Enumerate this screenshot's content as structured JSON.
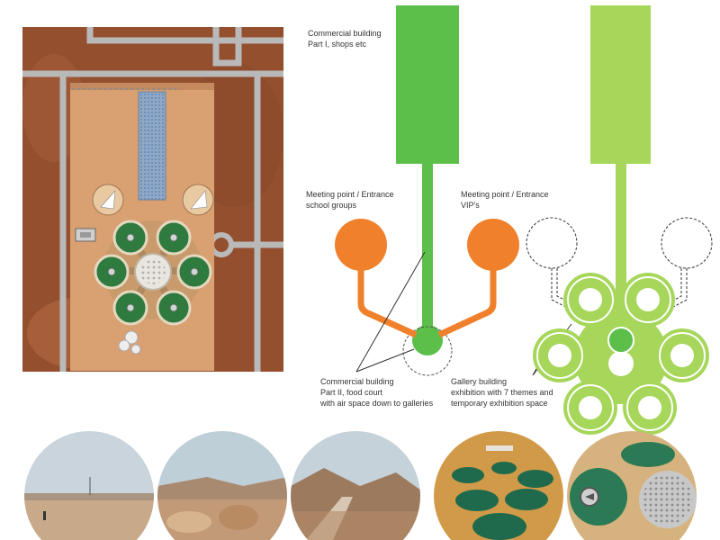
{
  "colors": {
    "green_dark": "#5cbf4a",
    "green_light": "#a6d65a",
    "orange": "#f0802c",
    "sand": "#d9a072",
    "mars": "#9a5532",
    "road": "#b9b9b9",
    "solar": "#8fa8c8"
  },
  "labels": {
    "commercial_part1": "Commercial building\nPart I, shops etc",
    "meeting_school": "Meeting point / Entrance\nschool groups",
    "meeting_vip": "Meeting point / Entrance\nVIP's",
    "commercial_part2": "Commercial building\nPart II, food court\nwith air space down to galleries",
    "gallery_building": "Gallery building\nexhibition with 7 themes and\ntemporary exhibition space"
  },
  "photos": [
    {
      "icon": "desert-photo-1"
    },
    {
      "icon": "desert-photo-2"
    },
    {
      "icon": "desert-photo-3"
    },
    {
      "icon": "model-photo-1"
    },
    {
      "icon": "model-photo-2"
    }
  ]
}
